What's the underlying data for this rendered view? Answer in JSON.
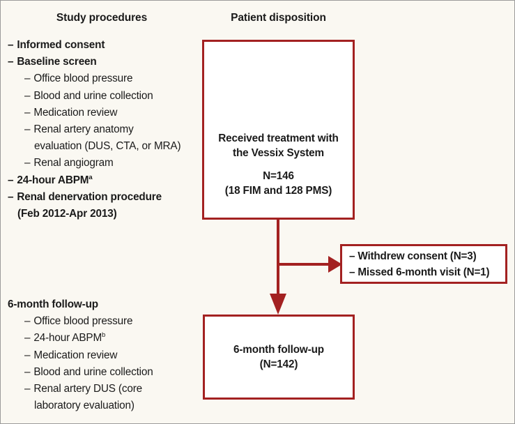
{
  "figure": {
    "background_color": "#faf8f2",
    "accent_color": "#a32121",
    "text_color": "#1a1a1a"
  },
  "headers": {
    "study": "Study procedures",
    "patient": "Patient disposition"
  },
  "study_procedures": [
    {
      "text": "Informed consent",
      "level": 1,
      "dash": true
    },
    {
      "text": "Baseline screen",
      "level": 1,
      "dash": true
    },
    {
      "text": "Office blood pressure",
      "level": 2,
      "dash": true
    },
    {
      "text": "Blood and urine collection",
      "level": 2,
      "dash": true
    },
    {
      "text": "Medication review",
      "level": 2,
      "dash": true
    },
    {
      "text": "Renal artery anatomy",
      "level": 2,
      "dash": true
    },
    {
      "text": "evaluation (DUS, CTA, or MRA)",
      "level": "cont2",
      "dash": false
    },
    {
      "text": "Renal angiogram",
      "level": 2,
      "dash": true
    },
    {
      "text": "24-hour ABPM",
      "sup": "a",
      "level": 1,
      "dash": true
    },
    {
      "text": "Renal denervation procedure",
      "level": 1,
      "dash": true
    },
    {
      "text": "(Feb 2012-Apr 2013)",
      "level": "cont1",
      "dash": false
    }
  ],
  "followup_procedures": {
    "heading": "6-month follow-up",
    "items": [
      {
        "text": "Office blood pressure",
        "level": 2,
        "dash": true
      },
      {
        "text": "24-hour ABPM",
        "sup": "b",
        "level": 2,
        "dash": true
      },
      {
        "text": "Medication review",
        "level": 2,
        "dash": true
      },
      {
        "text": "Blood and urine collection",
        "level": 2,
        "dash": true
      },
      {
        "text": "Renal artery DUS (core",
        "level": 2,
        "dash": true
      },
      {
        "text": "laboratory evaluation)",
        "level": "cont2",
        "dash": false
      }
    ]
  },
  "boxes": {
    "treatment": {
      "line1": "Received treatment with",
      "line2": "the Vessix System",
      "line3": "N=146",
      "line4": "(18 FIM and 128 PMS)"
    },
    "withdrew": {
      "item1": "– Withdrew consent (N=3)",
      "item2": "– Missed 6-month visit (N=1)"
    },
    "followup": {
      "line1": "6-month follow-up",
      "line2": "(N=142)"
    }
  }
}
